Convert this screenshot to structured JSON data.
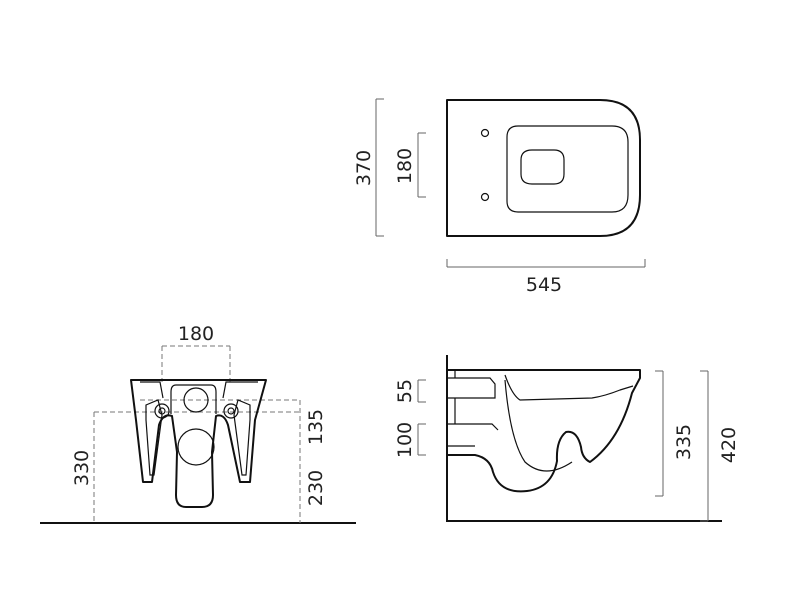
{
  "top_view": {
    "overall_width": "370",
    "fixing_spacing": "180",
    "length": "545"
  },
  "front_view": {
    "fixing_spacing": "180",
    "fixing_height": "330",
    "upper_offset": "135",
    "lower_height": "230"
  },
  "side_view": {
    "upper_offset": "55",
    "lower_offset": "100",
    "rim_height": "335",
    "total_height": "420"
  },
  "colors": {
    "outline": "#111111",
    "dimension": "#666666"
  }
}
